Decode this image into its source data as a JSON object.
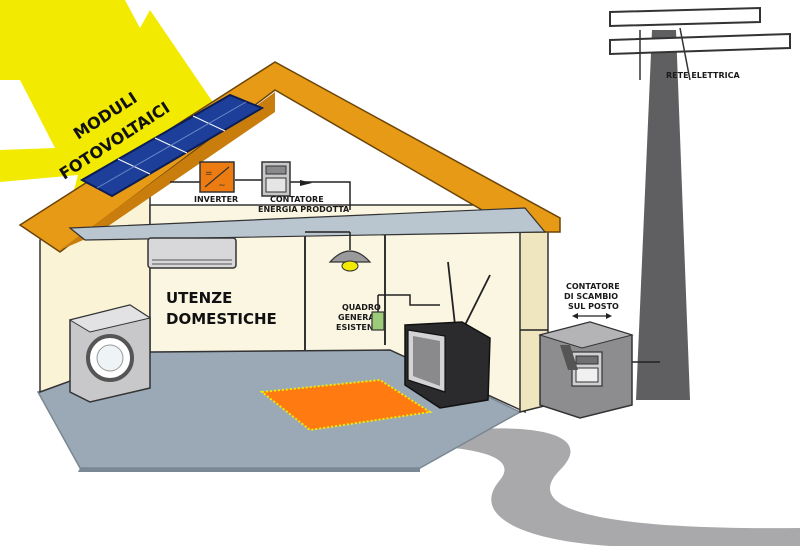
{
  "labels": {
    "moduli_line1": "MODULI",
    "moduli_line2": "FOTOVOLTAICI",
    "inverter": "INVERTER",
    "contatore_prod_line1": "CONTATORE",
    "contatore_prod_line2": "ENERGIA PRODOTTA",
    "rete": "RETE ELETTRICA",
    "utenze_line1": "UTENZE",
    "utenze_line2": "DOMESTICHE",
    "quadro_line1": "QUADRO",
    "quadro_line2": "GENERALE",
    "quadro_line3": "ESISTENTE",
    "scambio_line1": "CONTATORE",
    "scambio_line2": "DI SCAMBIO",
    "scambio_line3": "SUL POSTO"
  },
  "colors": {
    "sun_arrow": "#f2ea00",
    "roof": "#e79a16",
    "panel": "#1d3f9a",
    "inverter": "#ec7b12",
    "wall": "#faf3d6",
    "floor": "#9aa9b5",
    "rug": "#ff7a10",
    "pole": "#5f5f61",
    "meter_box": "#8d8d8f"
  },
  "icons": [
    "sun-arrow-icon",
    "solar-panel-icon",
    "inverter-icon",
    "meter-icon",
    "air-conditioner-icon",
    "ceiling-lamp-icon",
    "washing-machine-icon",
    "tv-icon",
    "breaker-panel-icon",
    "power-pole-icon",
    "exchange-meter-icon"
  ]
}
